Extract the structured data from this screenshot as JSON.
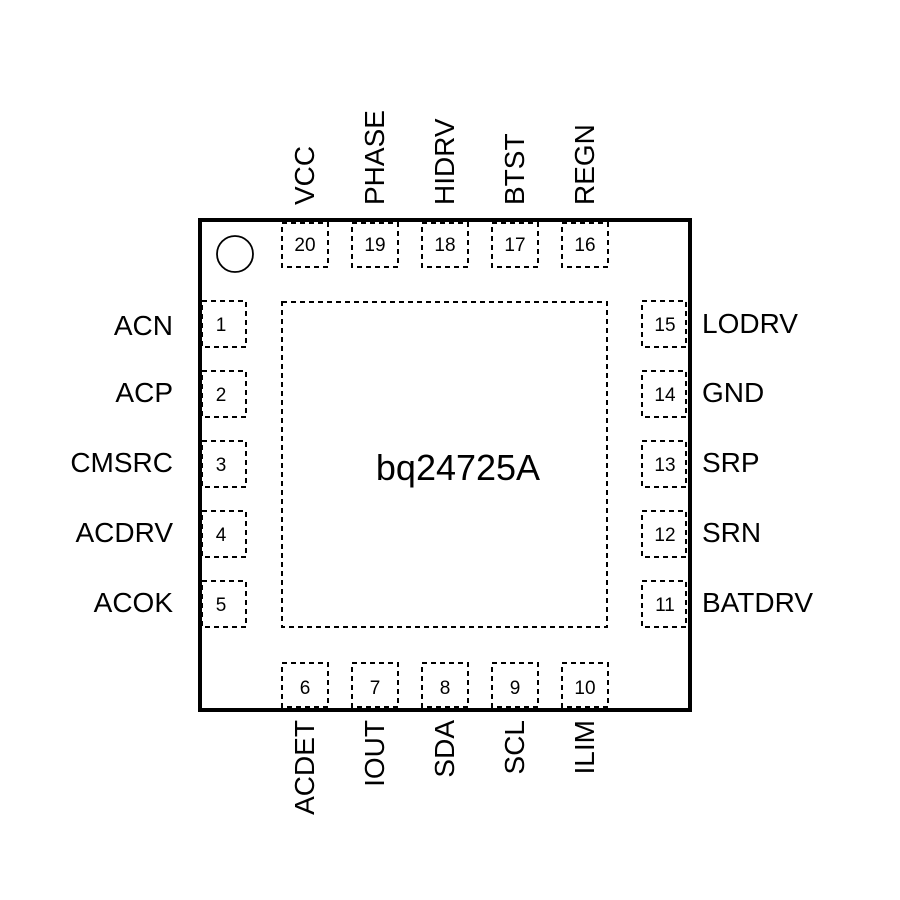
{
  "device": {
    "part_number": "bq24725A"
  },
  "pins": {
    "left": [
      {
        "number": "1",
        "name": "ACN"
      },
      {
        "number": "2",
        "name": "ACP"
      },
      {
        "number": "3",
        "name": "CMSRC"
      },
      {
        "number": "4",
        "name": "ACDRV"
      },
      {
        "number": "5",
        "name": "ACOK"
      }
    ],
    "bottom": [
      {
        "number": "6",
        "name": "ACDET"
      },
      {
        "number": "7",
        "name": "IOUT"
      },
      {
        "number": "8",
        "name": "SDA"
      },
      {
        "number": "9",
        "name": "SCL"
      },
      {
        "number": "10",
        "name": "ILIM"
      }
    ],
    "right": [
      {
        "number": "11",
        "name": "BATDRV"
      },
      {
        "number": "12",
        "name": "SRN"
      },
      {
        "number": "13",
        "name": "SRP"
      },
      {
        "number": "14",
        "name": "GND"
      },
      {
        "number": "15",
        "name": "LODRV"
      }
    ],
    "top": [
      {
        "number": "16",
        "name": "REGN"
      },
      {
        "number": "17",
        "name": "BTST"
      },
      {
        "number": "18",
        "name": "HIDRV"
      },
      {
        "number": "19",
        "name": "PHASE"
      },
      {
        "number": "20",
        "name": "VCC"
      }
    ]
  }
}
